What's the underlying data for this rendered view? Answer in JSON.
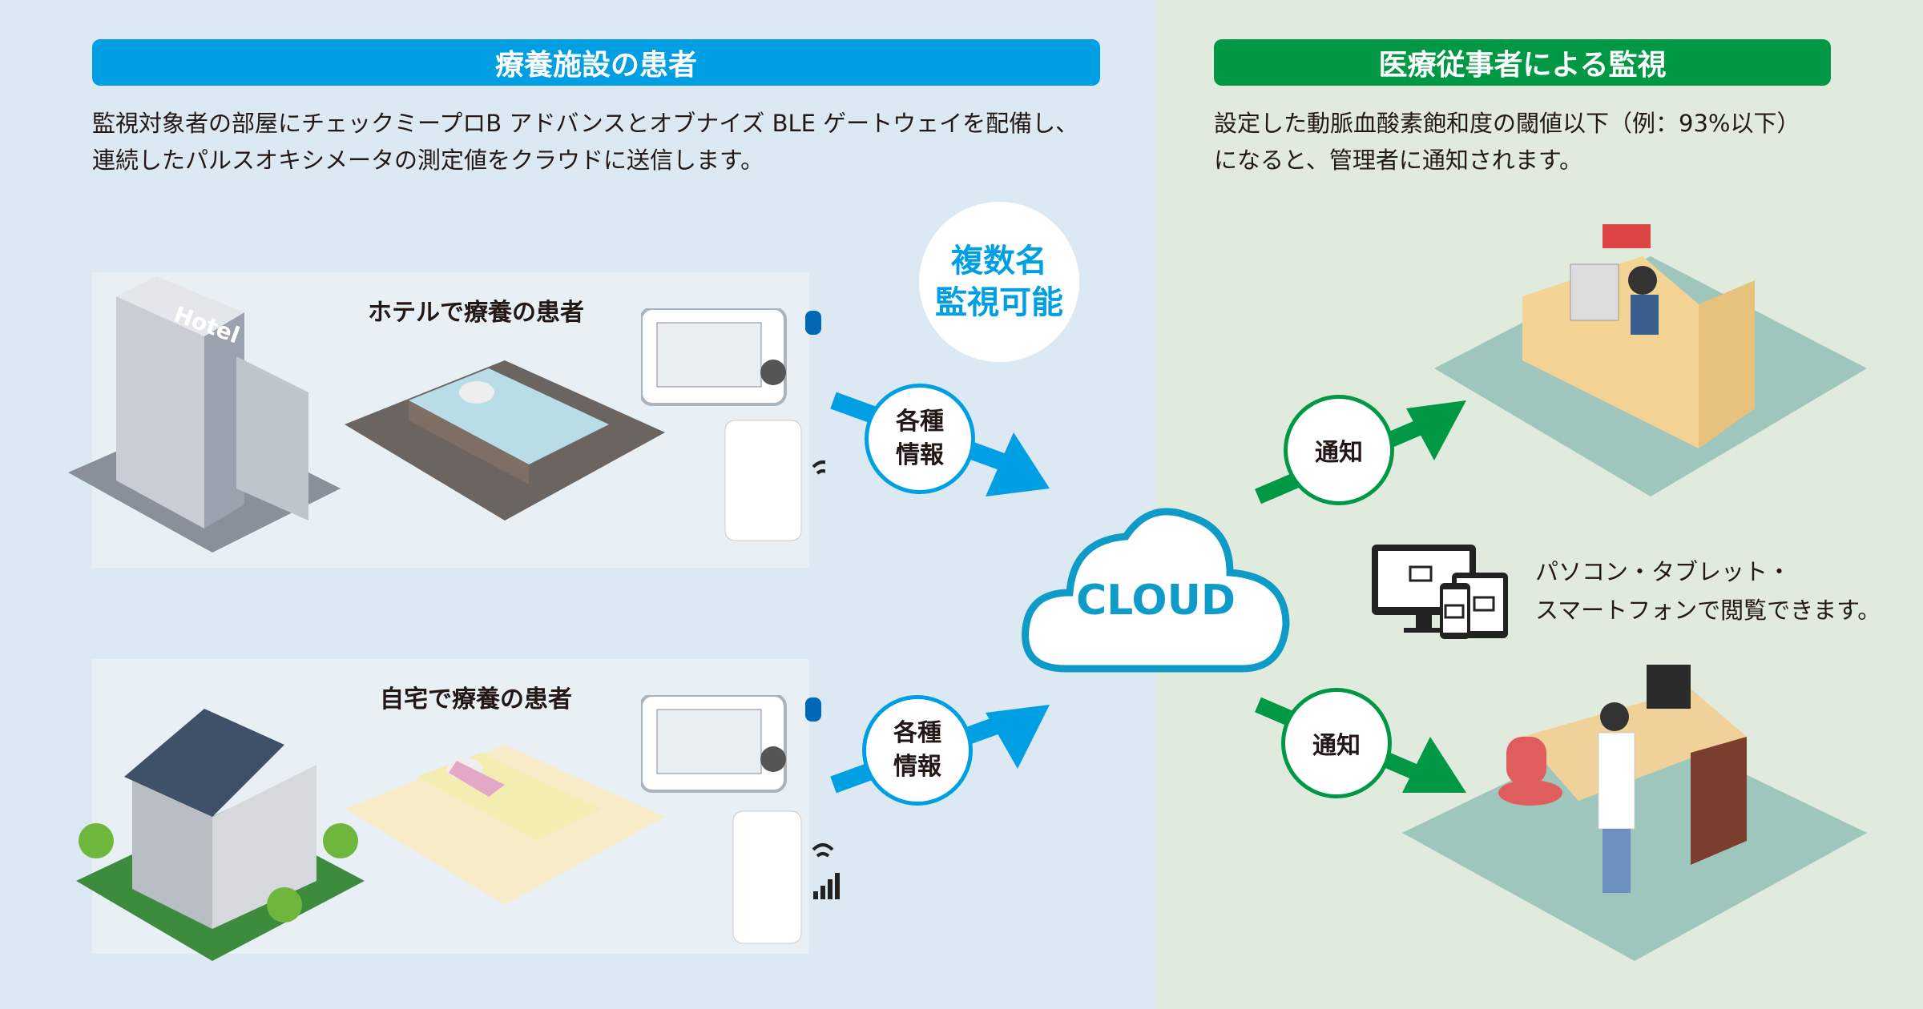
{
  "left": {
    "header": "療養施設の患者",
    "desc": [
      "監視対象者の部屋にチェックミープロB アドバンスとオブナイズ BLE ゲートウェイを配備し、",
      "連続したパルスオキシメータの測定値をクラウドに送信します。"
    ],
    "hotel": {
      "label": "ホテルで療養の患者",
      "sign": "Hotel"
    },
    "home": {
      "label": "自宅で療養の患者"
    },
    "multi": [
      "複数名",
      "監視可能"
    ],
    "info": [
      "各種",
      "情報"
    ]
  },
  "cloud": {
    "label": "CLOUD"
  },
  "right": {
    "header": "医療従事者による監視",
    "desc": [
      "設定した動脈血酸素飽和度の閾値以下（例：93%以下）",
      "になると、管理者に通知されます。"
    ],
    "notify": "通知",
    "devices": [
      "パソコン・タブレット・",
      "スマートフォンで閲覧できます。"
    ]
  },
  "colors": {
    "blue": "#009fe3",
    "green": "#009844",
    "cloudStroke": "#0e9bc8"
  }
}
